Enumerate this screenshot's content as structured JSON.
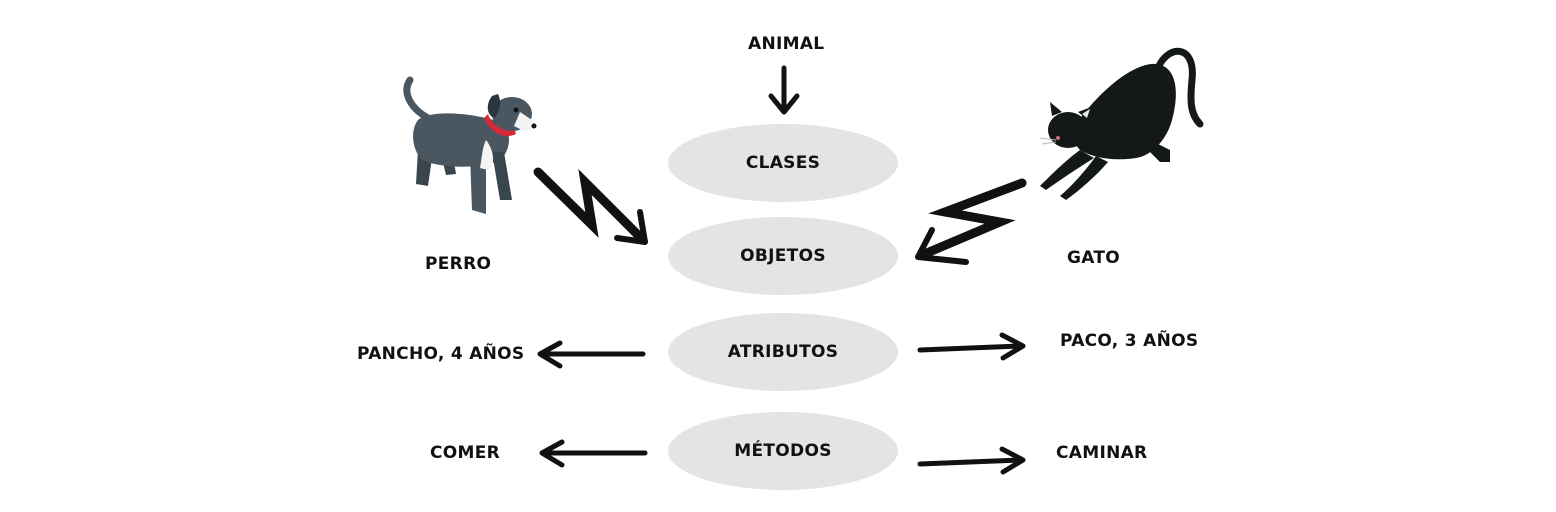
{
  "top_label": "ANIMAL",
  "concepts": [
    "CLASES",
    "OBJETOS",
    "ATRIBUTOS",
    "MÉTODOS"
  ],
  "left": {
    "object": "PERRO",
    "attribute": "PANCHO, 4 AÑOS",
    "method": "COMER",
    "illustration": "dog-illustration",
    "collar_color": "#d8283a"
  },
  "right": {
    "object": "GATO",
    "attribute": "PACO, 3 AÑOS",
    "method": "CAMINAR",
    "illustration": "cat-illustration"
  },
  "colors": {
    "bubble": "#e4e4e4",
    "text": "#111111",
    "dog_body": "#4a5760",
    "cat_body": "#151818"
  }
}
